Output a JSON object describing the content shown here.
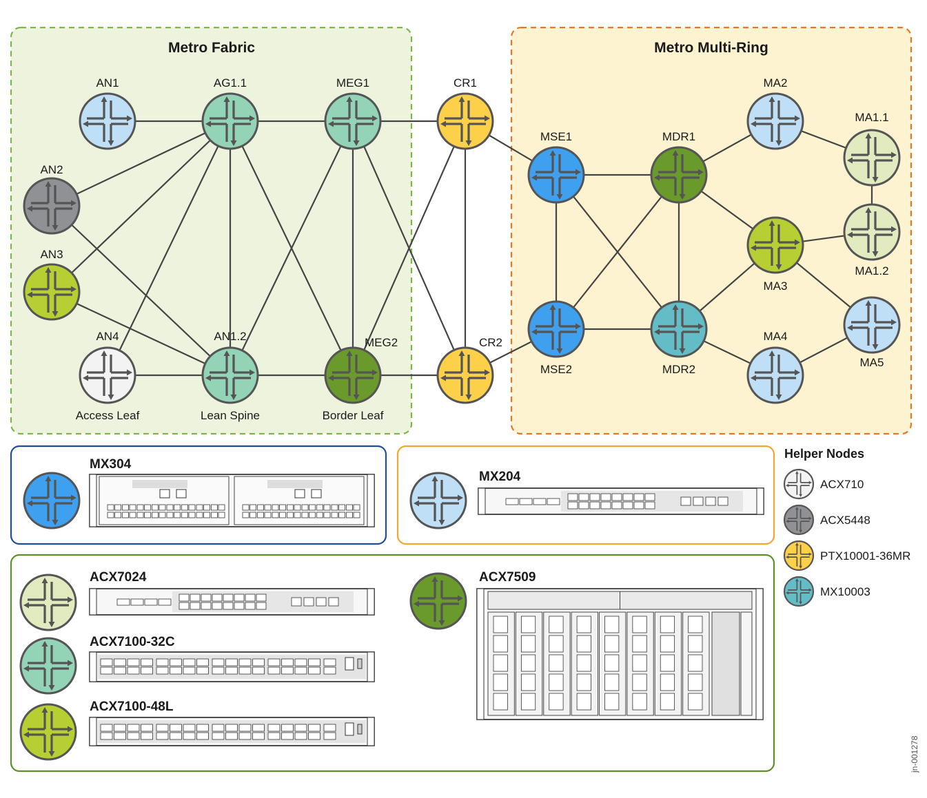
{
  "regions": {
    "metro_fabric": {
      "title": "Metro Fabric",
      "fill": "#eef3dd",
      "border": "#7ab648"
    },
    "metro_multi_ring": {
      "title": "Metro Multi-Ring",
      "fill": "#fdf3d0",
      "border": "#e87722"
    }
  },
  "colors": {
    "light_blue": "#bfdff7",
    "teal_green": "#93d3b6",
    "gray": "#909194",
    "lime": "#b8cf33",
    "white": "#f3f3f3",
    "dark_green": "#6a9a2c",
    "yellow": "#fdd04a",
    "blue": "#3fa0ef",
    "teal": "#64bcc6",
    "pale_green": "#e1ebbf",
    "node_stroke": "#555555",
    "glyph": "#555555"
  },
  "nodes": [
    {
      "id": "AN1",
      "label": "AN1",
      "color": "#bfdff7"
    },
    {
      "id": "AG1.1",
      "label": "AG1.1",
      "color": "#93d3b6"
    },
    {
      "id": "MEG1",
      "label": "MEG1",
      "color": "#93d3b6"
    },
    {
      "id": "CR1",
      "label": "CR1",
      "color": "#fdd04a"
    },
    {
      "id": "AN2",
      "label": "AN2",
      "color": "#909194"
    },
    {
      "id": "AN3",
      "label": "AN3",
      "color": "#b8cf33"
    },
    {
      "id": "AN4",
      "label": "AN4",
      "color": "#f3f3f3",
      "sublabel": "Access Leaf"
    },
    {
      "id": "AN1.2",
      "label": "AN1.2",
      "color": "#93d3b6",
      "sublabel": "Lean Spine"
    },
    {
      "id": "MEG2",
      "label": "MEG2",
      "color": "#6a9a2c",
      "sublabel": "Border Leaf"
    },
    {
      "id": "CR2",
      "label": "CR2",
      "color": "#fdd04a"
    },
    {
      "id": "MSE1",
      "label": "MSE1",
      "color": "#3fa0ef"
    },
    {
      "id": "MDR1",
      "label": "MDR1",
      "color": "#6a9a2c"
    },
    {
      "id": "MSE2",
      "label": "MSE2",
      "color": "#3fa0ef"
    },
    {
      "id": "MDR2",
      "label": "MDR2",
      "color": "#64bcc6"
    },
    {
      "id": "MA2",
      "label": "MA2",
      "color": "#bfdff7"
    },
    {
      "id": "MA3",
      "label": "MA3",
      "color": "#b8cf33"
    },
    {
      "id": "MA4",
      "label": "MA4",
      "color": "#bfdff7"
    },
    {
      "id": "MA5",
      "label": "MA5",
      "color": "#bfdff7"
    },
    {
      "id": "MA1.1",
      "label": "MA1.1",
      "color": "#e1ebbf"
    },
    {
      "id": "MA1.2",
      "label": "MA1.2",
      "color": "#e1ebbf"
    }
  ],
  "links": [
    [
      "AN1",
      "AG1.1"
    ],
    [
      "AG1.1",
      "MEG1"
    ],
    [
      "MEG1",
      "CR1"
    ],
    [
      "AN2",
      "AG1.1"
    ],
    [
      "AN3",
      "AG1.1"
    ],
    [
      "AN4",
      "AG1.1"
    ],
    [
      "AN1.2",
      "AG1.1"
    ],
    [
      "AN2",
      "AN1.2"
    ],
    [
      "AN3",
      "AN1.2"
    ],
    [
      "AN4",
      "AN1.2"
    ],
    [
      "AG1.1",
      "MEG2"
    ],
    [
      "AN1.2",
      "MEG1"
    ],
    [
      "AN1.2",
      "MEG2"
    ],
    [
      "MEG1",
      "MEG2"
    ],
    [
      "MEG1",
      "CR2"
    ],
    [
      "MEG2",
      "CR1"
    ],
    [
      "MEG2",
      "CR2"
    ],
    [
      "CR1",
      "CR2"
    ],
    [
      "CR1",
      "MSE1"
    ],
    [
      "CR2",
      "MSE2"
    ],
    [
      "MSE1",
      "MDR1"
    ],
    [
      "MSE1",
      "MSE2"
    ],
    [
      "MSE1",
      "MDR2"
    ],
    [
      "MSE2",
      "MDR1"
    ],
    [
      "MSE2",
      "MDR2"
    ],
    [
      "MDR1",
      "MDR2"
    ],
    [
      "MDR1",
      "MA2"
    ],
    [
      "MDR1",
      "MA3"
    ],
    [
      "MDR2",
      "MA3"
    ],
    [
      "MDR2",
      "MA4"
    ],
    [
      "MA2",
      "MA1.1"
    ],
    [
      "MA1.1",
      "MA1.2"
    ],
    [
      "MA3",
      "MA1.2"
    ],
    [
      "MA3",
      "MA5"
    ],
    [
      "MA4",
      "MA5"
    ]
  ],
  "devices": [
    {
      "id": "mx304",
      "name": "MX304",
      "icon_color": "#3fa0ef",
      "border": "#1f4e9c"
    },
    {
      "id": "mx204",
      "name": "MX204",
      "icon_color": "#bfdff7",
      "border": "#f0a830"
    },
    {
      "id": "acx7024",
      "name": "ACX7024",
      "icon_color": "#e1ebbf",
      "border": "#5b8f2a"
    },
    {
      "id": "acx7100_32c",
      "name": "ACX7100-32C",
      "icon_color": "#93d3b6",
      "border": "#5b8f2a"
    },
    {
      "id": "acx7100_48l",
      "name": "ACX7100-48L",
      "icon_color": "#b8cf33",
      "border": "#5b8f2a"
    },
    {
      "id": "acx7509",
      "name": "ACX7509",
      "icon_color": "#6a9a2c",
      "border": "#5b8f2a"
    }
  ],
  "helper_nodes": {
    "title": "Helper Nodes",
    "items": [
      {
        "label": "ACX710",
        "color": "#f3f3f3"
      },
      {
        "label": "ACX5448",
        "color": "#909194"
      },
      {
        "label": "PTX10001-36MR",
        "color": "#fdd04a"
      },
      {
        "label": "MX10003",
        "color": "#64bcc6"
      }
    ]
  },
  "figure_id": "jn-001278"
}
